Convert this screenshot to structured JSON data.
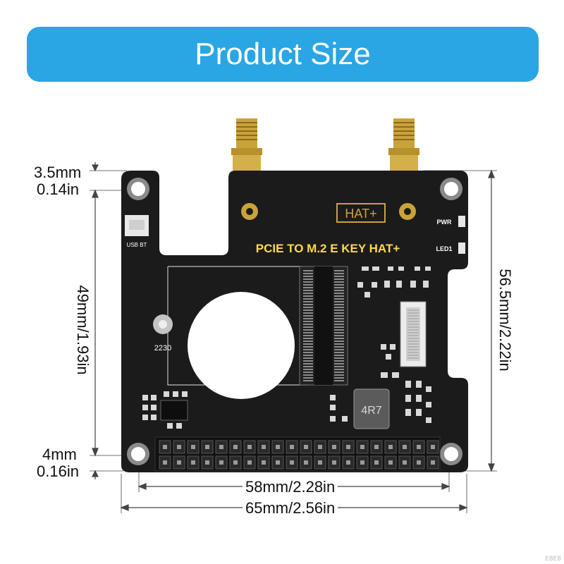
{
  "banner": {
    "title": "Product Size"
  },
  "dimensions": {
    "top_hole_mm": "3.5mm",
    "top_hole_in": "0.14in",
    "bottom_hole_mm": "4mm",
    "bottom_hole_in": "0.16in",
    "left_vertical": "49mm/1.93in",
    "right_vertical": "56.5mm/2.22in",
    "hole_spacing": "58mm/2.28in",
    "board_width": "65mm/2.56in"
  },
  "board": {
    "title": "PCIE TO M.2 E KEY HAT+",
    "badge": "HAT+",
    "usb_label": "USB BT",
    "pwr_label": "PWR",
    "led_label": "LED1",
    "screw_label": "2230",
    "inductor_label": "4R7",
    "colors": {
      "pcb": "#1b1b1b",
      "gold": "#c9a33a",
      "silk": "#ffffff",
      "accent": "#29a6e3"
    }
  },
  "watermark": "E8E8"
}
